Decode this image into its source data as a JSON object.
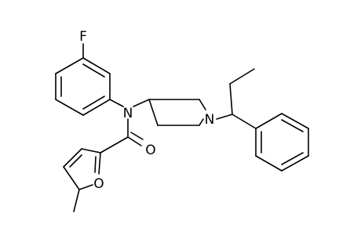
{
  "molecule": {
    "atoms": {
      "fluorine": "F",
      "amide_nitrogen": "N",
      "piperidine_nitrogen": "N",
      "carbonyl_oxygen": "O",
      "furan_oxygen": "O"
    }
  },
  "colors": {
    "bond": "#000000",
    "label": "#000000",
    "background": "#ffffff"
  }
}
